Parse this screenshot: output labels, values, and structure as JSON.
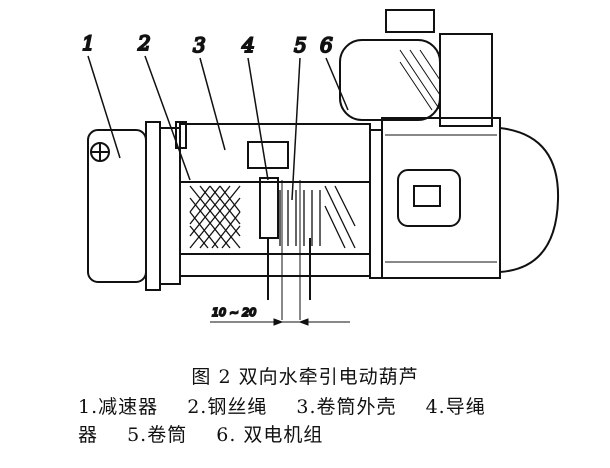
{
  "figure": {
    "callouts": [
      "1",
      "2",
      "3",
      "4",
      "5",
      "6"
    ],
    "dimension_label": "10 ~ 20",
    "title": "图 2   双向水牵引电动葫芦",
    "legend_line1": [
      "1.减速器",
      "2.钢丝绳",
      "3.卷筒外壳",
      "4.导绳"
    ],
    "legend_line2": [
      "器",
      "5.卷筒",
      "6.  双电机组"
    ]
  }
}
